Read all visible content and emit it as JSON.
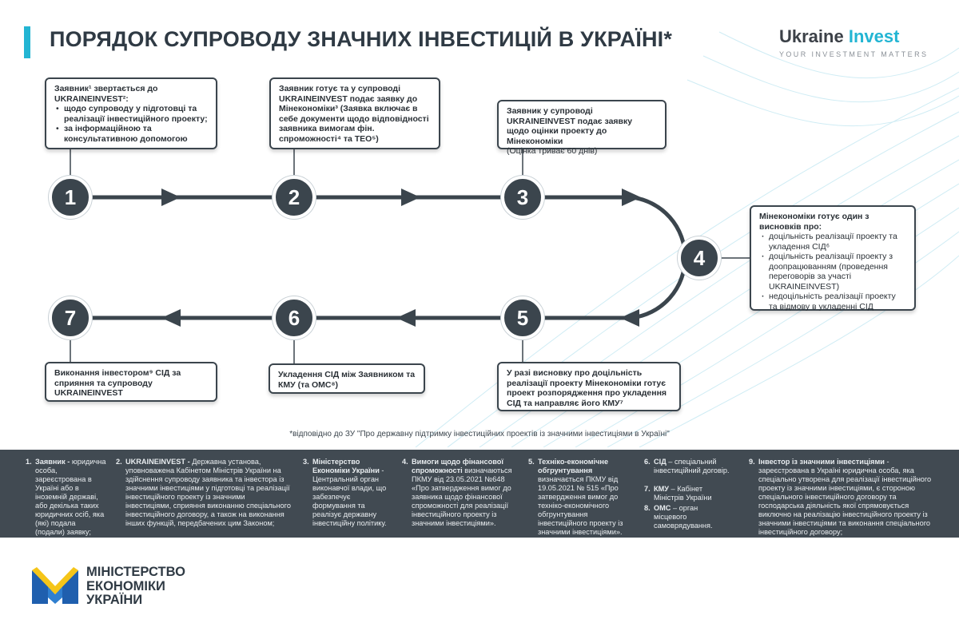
{
  "header": {
    "title": "ПОРЯДОК СУПРОВОДУ ЗНАЧНИХ ІНВЕСТИЦІЙ В УКРАЇНІ*",
    "logo_part1": "Ukraine ",
    "logo_part2": "Invest",
    "logo_tagline": "YOUR INVESTMENT MATTERS"
  },
  "steps": [
    {
      "number": "1",
      "text_lead": "Заявник¹ звертається до UKRAINEINVEST²:",
      "bullets": [
        "щодо супроводу у підготовці та реалізації інвестиційного проекту;",
        "за інформаційною та консультативною допомогою"
      ]
    },
    {
      "number": "2",
      "text_lead": "Заявник готує та у супроводі UKRAINEINVEST подає заявку до Мінекономіки³",
      "text_tail": " (Заявка включає в себе документи щодо відповідності заявника вимогам фін. спроможності⁴ та ТЕО⁵)"
    },
    {
      "number": "3",
      "text_lead": "Заявник у супроводі UKRAINEINVEST подає заявку щодо оцінки проекту до Мінекономіки",
      "text_tail": "(Оцінка триває 60 днів)"
    },
    {
      "number": "4",
      "text_lead": "Мінекономіки готує один з висновків про:",
      "bullets": [
        "доцільність реалізації проекту та укладення СІД⁶",
        "доцільність реалізації проекту з доопрацюванням (проведення переговорів за участі UKRAINEINVEST)",
        "недоцільність реалізації проекту та відмову в укладенні СІД"
      ]
    },
    {
      "number": "5",
      "text_lead": "У разі висновку про доцільність реалізації проекту Мінекономіки готує проект розпорядження про укладення СІД та направляє його КМУ⁷"
    },
    {
      "number": "6",
      "text_lead": "Укладення СІД між Заявником та КМУ (та ОМС⁸)"
    },
    {
      "number": "7",
      "text_lead": "Виконання інвестором⁹ СІД за сприяння та супроводу UKRAINEINVEST"
    }
  ],
  "footnote_main": "*відповідно до ЗУ \"Про державну підтримку інвестиційних проектів із значними інвестиціями в Україні\"",
  "notes": [
    {
      "n": "1.",
      "term": "Заявник -",
      "text": " юридична особа, зареєстрована в Україні або в іноземній державі, або декілька таких юридичних осіб, яка (які) подала (подали) заявку;"
    },
    {
      "n": "2.",
      "term": "UKRAINEINVEST -",
      "text": " Державна установа, уповноважена Кабінетом Міністрів України на здійснення супроводу заявника та інвестора із значними інвестиціями у підготовці та реалізації інвестиційного проекту із значними інвестиціями, сприяння виконанню спеціального інвестиційного договору, а також на виконання інших функцій, передбачених цим Законом;"
    },
    {
      "n": "3.",
      "term": "Міністерство Економіки України",
      "text": " - Центральний орган виконавчої влади, що забезпечує формування та реалізує державну інвестиційну політику."
    },
    {
      "n": "4.",
      "term": "Вимоги щодо фінансової спроможності",
      "text": " визначаються ПКМУ від 23.05.2021 №648 «Про затвердження вимог до заявника щодо фінансової спроможності для реалізації інвестиційного проекту із значними інвестиціями»."
    },
    {
      "n": "5.",
      "term": "Техніко-економічне обгрунтування",
      "text": " визначається ПКМУ від 19.05.2021 № 515 «Про затвердження вимог до техніко-економічного обгрунтування інвестиційного проекту із значними інвестиціями»."
    },
    {
      "n": "6.",
      "term": "СІД",
      "text": " – спеціальний інвестиційний договір."
    },
    {
      "n": "7.",
      "term": "КМУ",
      "text": " – Кабінет Міністрів України"
    },
    {
      "n": "8.",
      "term": "ОМС",
      "text": " – орган місцевого самоврядування."
    },
    {
      "n": "9.",
      "term": "Інвестор із значними інвестиціями",
      "text": " - зареєстрована в Україні юридична особа, яка спеціально утворена для реалізації інвестиційного проекту із значними інвестиціями, є стороною спеціального інвестиційного договору та господарська діяльність якої спрямовується виключно на реалізацію інвестиційного проекту із значними інвестиціями та виконання спеціального інвестиційного договору;"
    }
  ],
  "ministry": {
    "line1": "МІНІСТЕРСТВО",
    "line2": "ЕКОНОМІКИ",
    "line3": "УКРАЇНИ"
  },
  "colors": {
    "accent": "#23b5d3",
    "dark": "#3b454d",
    "notes_bg": "#414a52",
    "ministry_blue": "#1f5fae",
    "ministry_yellow": "#f5c518"
  }
}
